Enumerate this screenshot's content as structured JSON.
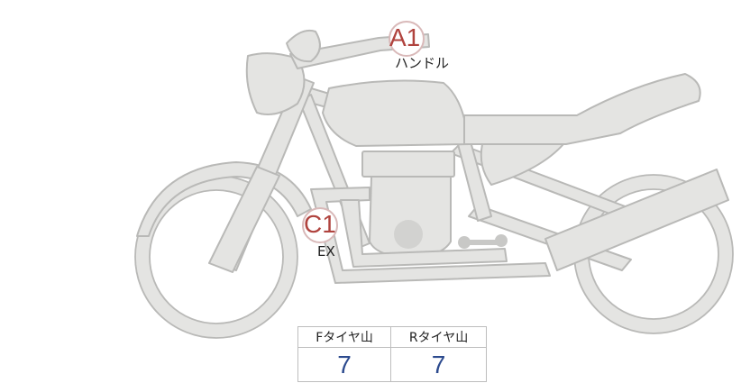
{
  "markers": [
    {
      "code": "A1",
      "label": "ハンドル"
    },
    {
      "code": "C1",
      "label": "EX"
    }
  ],
  "tread_table": {
    "headers": [
      "Fタイヤ山",
      "Rタイヤ山"
    ],
    "values": [
      "7",
      "7"
    ]
  }
}
